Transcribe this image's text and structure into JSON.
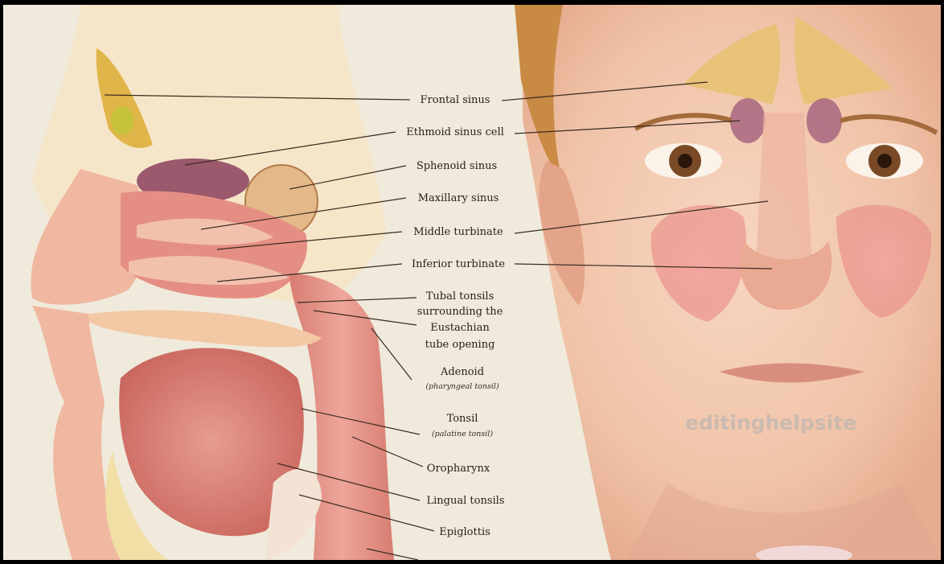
{
  "labels": {
    "frontal_sinus": "Frontal sinus",
    "ethmoid": "Ethmoid sinus cell",
    "sphenoid": "Sphenoid sinus",
    "maxillary": "Maxillary sinus",
    "middle_turbinate": "Middle turbinate",
    "inferior_turbinate": "Inferior turbinate",
    "tubal_1": "Tubal tonsils",
    "tubal_2": "surrounding the",
    "tubal_3": "Eustachian",
    "tubal_4": "tube opening",
    "adenoid": "Adenoid",
    "adenoid_sub": "(pharyngeal tonsil)",
    "tonsil": "Tonsil",
    "tonsil_sub": "(palatine tonsil)",
    "oropharynx": "Oropharynx",
    "lingual": "Lingual tonsils",
    "epiglottis": "Epiglottis"
  },
  "watermark": "editinghelpsite",
  "colors": {
    "background": "#efeadb",
    "skin": "#f2c4a8",
    "sinus_yellow": "#e9c27a",
    "tissue_pink": "#d98a7d",
    "hair": "#c98a44",
    "eye": "#7a4a26"
  }
}
